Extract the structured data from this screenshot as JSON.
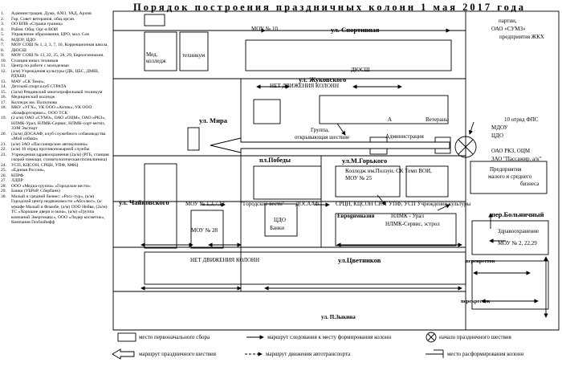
{
  "title": "Порядок построения праздничных колонн 1 мая 2017 года",
  "organizations_list": [
    {
      "n": "1.",
      "text": "Администрация, Дума, АХО, УАД, Архив"
    },
    {
      "n": "2.",
      "text": "Гор. Совет ветеранов, общ.орган."
    },
    {
      "n": "3.",
      "text": "ОО ВПВ «Стражи границ»"
    },
    {
      "n": "4.",
      "text": "Район. Общ. Орг-я ВОИ"
    },
    {
      "n": "5.",
      "text": "Управление образования, ЦРО, мол. Сов"
    },
    {
      "n": "6.",
      "text": "МДОУ, ЦДО"
    },
    {
      "n": "7.",
      "text": "МОУ СОШ № 1, 2, 3, 7, 10, Коррекционная школа,"
    },
    {
      "n": "8.",
      "text": "ДЮСШ"
    },
    {
      "n": "9.",
      "text": "МОУ СОШ № 13, 22, 25, 28, 29, Евроогимназия."
    },
    {
      "n": "10.",
      "text": "Станция юных техников"
    },
    {
      "n": "11.",
      "text": "Центр по работе с молодежью"
    },
    {
      "n": "12.",
      "text": "(а/м) Учреждения культуры (ДК, ЦБС, ДМШ, РДХШ)"
    },
    {
      "n": "13.",
      "text": "МАУ «СК Темп»,"
    },
    {
      "n": "14.",
      "text": "Детский спорт.клуб СТРАТА"
    },
    {
      "n": "15.",
      "text": "(3а/м) Ревдинский многопрофильный техникум"
    },
    {
      "n": "16.",
      "text": "Медицинский колледж"
    },
    {
      "n": "17.",
      "text": "Колледж им. Ползунова"
    },
    {
      "n": "18.",
      "text": "МКУ «УГХ», УК ООО «Антек», УК ООО «Комфортсервис», ООО ТСК"
    },
    {
      "n": "19.",
      "text": "(2 а/м) ОАО «СУМЗ», ОАО «ОЦМ», ОАО «РКЗ», НЛМК-Урал, НЛМК-Сервис, НЛМК-сорт-метиз, ЗЭМ Экспорт"
    },
    {
      "n": "20.",
      "text": "(3а/м) ДОСААФ, клуб служебного собаководства «Мой собака»"
    },
    {
      "n": "21.",
      "text": "(а/м) ЗАО «Пассажирские автоколонна»"
    },
    {
      "n": "22.",
      "text": "(а/м) 10 отряд противопожарной службы"
    },
    {
      "n": "23.",
      "text": "Учреждения здравоохранения (2а/м) (РГБ, станция скорой помощи, стоматологическая поликлиника)"
    },
    {
      "n": "24.",
      "text": "УСП, КЦСОН, СРЦН, УПФ, МФЦ"
    },
    {
      "n": "25.",
      "text": "«Единая Россия»,"
    },
    {
      "n": "26.",
      "text": "КПРФ"
    },
    {
      "n": "27.",
      "text": "ЛДПР"
    },
    {
      "n": "28.",
      "text": "ООО «Медиа-группа» «Городские вести»"
    },
    {
      "n": "29.",
      "text": "Банки (УБРиР, Сбербанк)"
    },
    {
      "n": "30.",
      "text": "Малый и средний бизнес: «Росс-тур», (а/м) Городской центр недвижимости «Абсолют», (а/м)кафе Малый и Фламбе, (а/м) ООО Нейва, (2а/м) ТС «Хорошие двери и окна», (а/м) «Группа компаний Энергомакс», ООО «Лидер косметик», Компания Геобзайнфф"
    }
  ],
  "map": {
    "streets": {
      "sportivnaya": "ул. Спортивная",
      "zhukovskogo": "ул. Жуковского",
      "mira": "ул. Мира",
      "pobedy": "пл.Победы",
      "gorkogo": "ул.М.Горького",
      "chaikovskogo": "ул. Чайковского",
      "bolnichny": "пер.Больничный",
      "tsvetnikov": "ул.Цветников",
      "zykina": "ул. П.Зыкина"
    },
    "labels": {
      "mou10": "МОУ № 10",
      "med_college": "Мед. колледж",
      "technikum": "техникум",
      "dyussh": "ДЮСШ",
      "no_traffic_top": "НЕТ ДВИЖЕНИЯ КОЛОНН",
      "no_traffic_bottom": "НЕТ ДВИЖЕНИЯ КОЛОНН",
      "parties": "партии,",
      "sumz": "ОАО «СУМЗ»",
      "zhkh": "предприятия ЖКХ",
      "veterans": "Ветераны",
      "a_mark": "А",
      "group": "Группа,",
      "group2": "открывающая шествие",
      "administration": "Администрация",
      "fps": "10 отряд ФПС",
      "mdou": "МДОУ",
      "tsdo": "ЦДО",
      "rkz": "ОАО РКЗ, ОЦМ",
      "passazhir": "ЗАО \"Пассажир. а/к\"",
      "msb1": "Предприятия",
      "msb2": "малого и среднего",
      "msb3": "бизнеса",
      "college": "Колледж  им.Ползун.  СК Темп   ВОИ,",
      "mou25": "МОУ № 25",
      "mou_row": "МОУ № 1,3,7,13",
      "gor_vesti": "\"Городские вести\"",
      "dosaaf": "ДОСААФ",
      "row_orgs": "СРЦН, КЦСОН  СЮТ   УПФ, УСП   Учреждения культуры",
      "tsdo_banki": "ЦДО",
      "banki": "Банки",
      "mou28": "МОУ № 28",
      "gymnasium": "Евроgимназия",
      "nlmk_ural": "НЛМК - Урал",
      "nlmk_service": "НЛМК-Сервис,  эстрол",
      "health": "Здравоохранение",
      "mou_right": "МОУ № 2, 22,29",
      "crossroad1": "перекресток",
      "crossroad2": "перекресток"
    }
  },
  "legend": {
    "start_place": "место первоначального сбора",
    "route_to_formation": "маршрут следования к месту формирования колонн",
    "procession_start": "начало праздничного шествия",
    "procession_route": "маршрут праздничного шествия",
    "vehicle_route": "маршрут движения автотранспорта",
    "dismissal_place": "место расформирования колонн"
  }
}
